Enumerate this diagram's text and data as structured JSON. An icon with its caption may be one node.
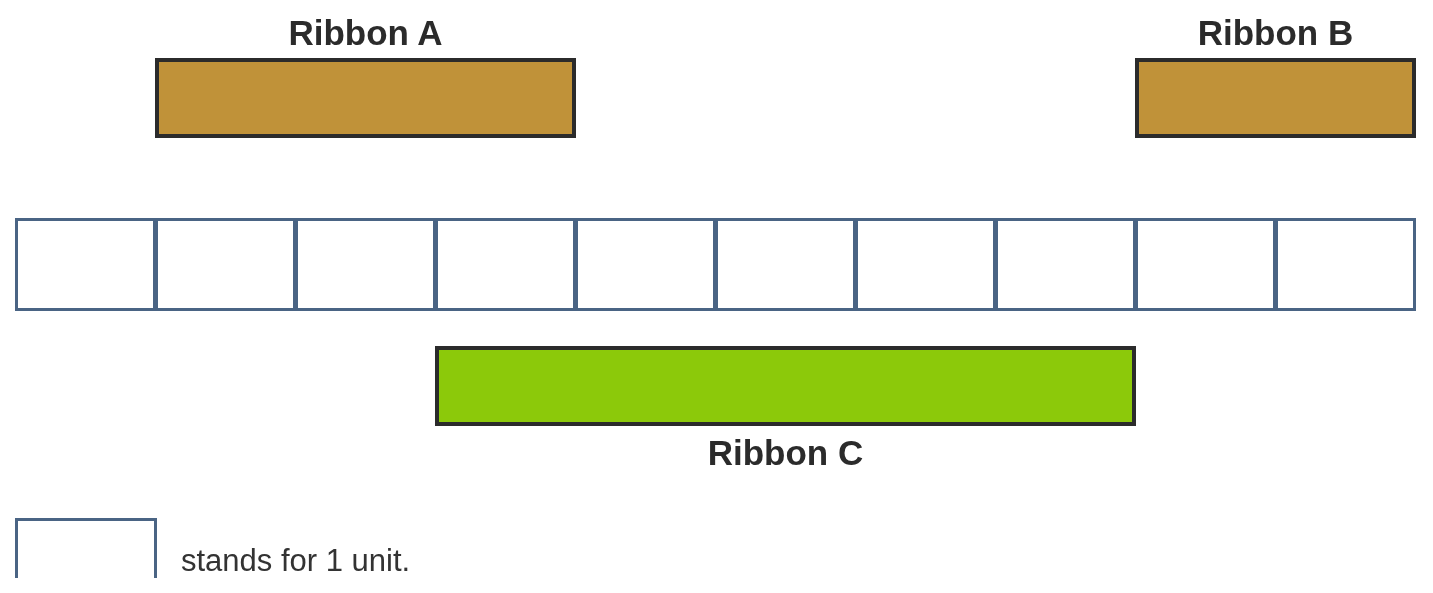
{
  "diagram": {
    "nodes": [
      {
        "text": [
          "Ribbon A"
        ]
      },
      {
        "text": [
          "Ribbon B"
        ]
      },
      {
        "text": [],
        "shape": "box"
      },
      {
        "text": [],
        "shape": "box"
      },
      {
        "text": [],
        "shape": "box"
      },
      {
        "text": [],
        "shape": "box"
      },
      {
        "text": [],
        "shape": "box"
      },
      {
        "text": [],
        "shape": "box"
      },
      {
        "text": [],
        "shape": "box"
      },
      {
        "text": [],
        "shape": "box"
      },
      {
        "text": [],
        "shape": "box"
      },
      {
        "text": [],
        "shape": "box"
      },
      {
        "text": [
          "Ribbon C"
        ]
      }
    ],
    "legend": [
      {
        "text": "stands for 1 unit."
      }
    ]
  }
}
